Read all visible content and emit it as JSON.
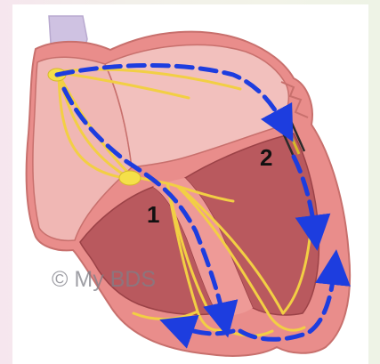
{
  "labels": {
    "marker_1": "1",
    "marker_2": "2"
  },
  "watermark": {
    "text": "© My BDS"
  },
  "colors": {
    "myocardium": "#e98d8b",
    "atrium_wall": "#f0b7b4",
    "ventricle_cavity": "#b9595e",
    "conduction_fibers": "#f2cf44",
    "nodes": "#f5e04a",
    "impulse_path": "#1d3ddf",
    "vessel": "#cfc2e2"
  }
}
